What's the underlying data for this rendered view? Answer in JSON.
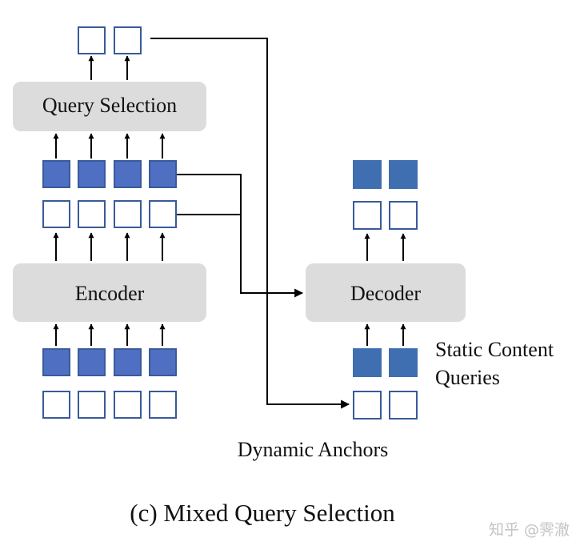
{
  "blocks": {
    "query_selection": "Query Selection",
    "encoder": "Encoder",
    "decoder": "Decoder"
  },
  "labels": {
    "static_content_line1": "Static Content",
    "static_content_line2": "Queries",
    "dynamic_anchors": "Dynamic Anchors"
  },
  "caption": "(c) Mixed Query Selection",
  "watermark": "知乎 @霁澈",
  "colors": {
    "block_fill": "#dcdcdc",
    "filled_square": "#4f6fc2",
    "static_square": "#3f6fb0",
    "outline_square": "#3a5a9a",
    "arrow": "#000000"
  }
}
